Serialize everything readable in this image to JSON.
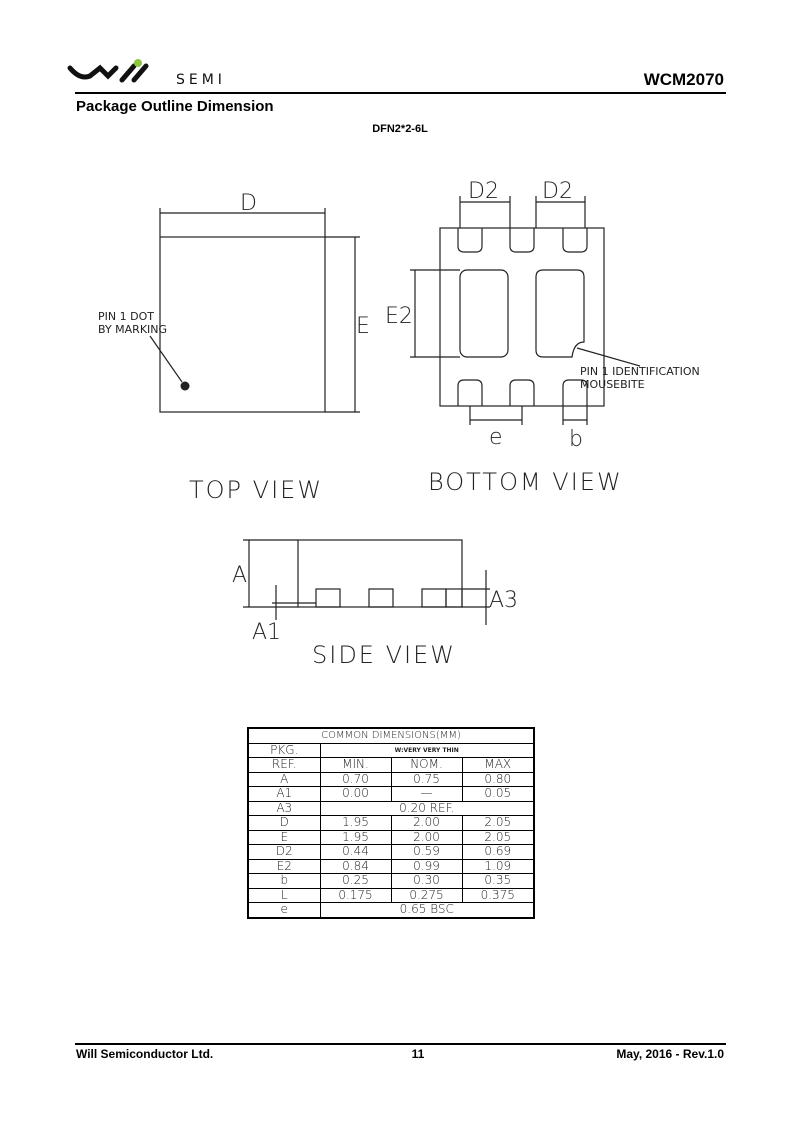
{
  "header": {
    "logo_text": "SEMI",
    "logo_brand": "will",
    "part_number": "WCM2070",
    "accent_color": "#8dc63f"
  },
  "section_title": "Package Outline Dimension",
  "package_name": "DFN2*2-6L",
  "drawing": {
    "top_view": {
      "label": "TOP VIEW",
      "dim_d": "D",
      "dim_e": "E",
      "pin1_note_line1": "PIN 1 DOT",
      "pin1_note_line2": "BY MARKING"
    },
    "bottom_view": {
      "label": "BOTTOM VIEW",
      "dim_d2_left": "D2",
      "dim_d2_right": "D2",
      "dim_e2": "E2",
      "dim_e": "e",
      "dim_b": "b",
      "pin1_note_line1": "PIN 1 IDENTIFICATION",
      "pin1_note_line2": "MOUSEBITE"
    },
    "side_view": {
      "label": "SIDE VIEW",
      "dim_a": "A",
      "dim_a1": "A1",
      "dim_a3": "A3"
    }
  },
  "table": {
    "title": "COMMON DIMENSIONS(MM)",
    "pkg_label": "PKG.",
    "pkg_value": "W:VERY VERY THIN",
    "headers": [
      "REF.",
      "MIN.",
      "NOM.",
      "MAX"
    ],
    "rows": [
      [
        "A",
        "0.70",
        "0.75",
        "0.80"
      ],
      [
        "A1",
        "0.00",
        "—",
        "0.05"
      ],
      [
        "A3",
        "0.20 REF."
      ],
      [
        "D",
        "1.95",
        "2.00",
        "2.05"
      ],
      [
        "E",
        "1.95",
        "2.00",
        "2.05"
      ],
      [
        "D2",
        "0.44",
        "0.59",
        "0.69"
      ],
      [
        "E2",
        "0.84",
        "0.99",
        "1.09"
      ],
      [
        "b",
        "0.25",
        "0.30",
        "0.35"
      ],
      [
        "L",
        "0.175",
        "0.275",
        "0.375"
      ],
      [
        "e",
        "0.65 BSC"
      ]
    ]
  },
  "footer": {
    "company": "Will Semiconductor Ltd.",
    "page": "11",
    "date_rev": "May, 2016 - Rev.1.0"
  }
}
